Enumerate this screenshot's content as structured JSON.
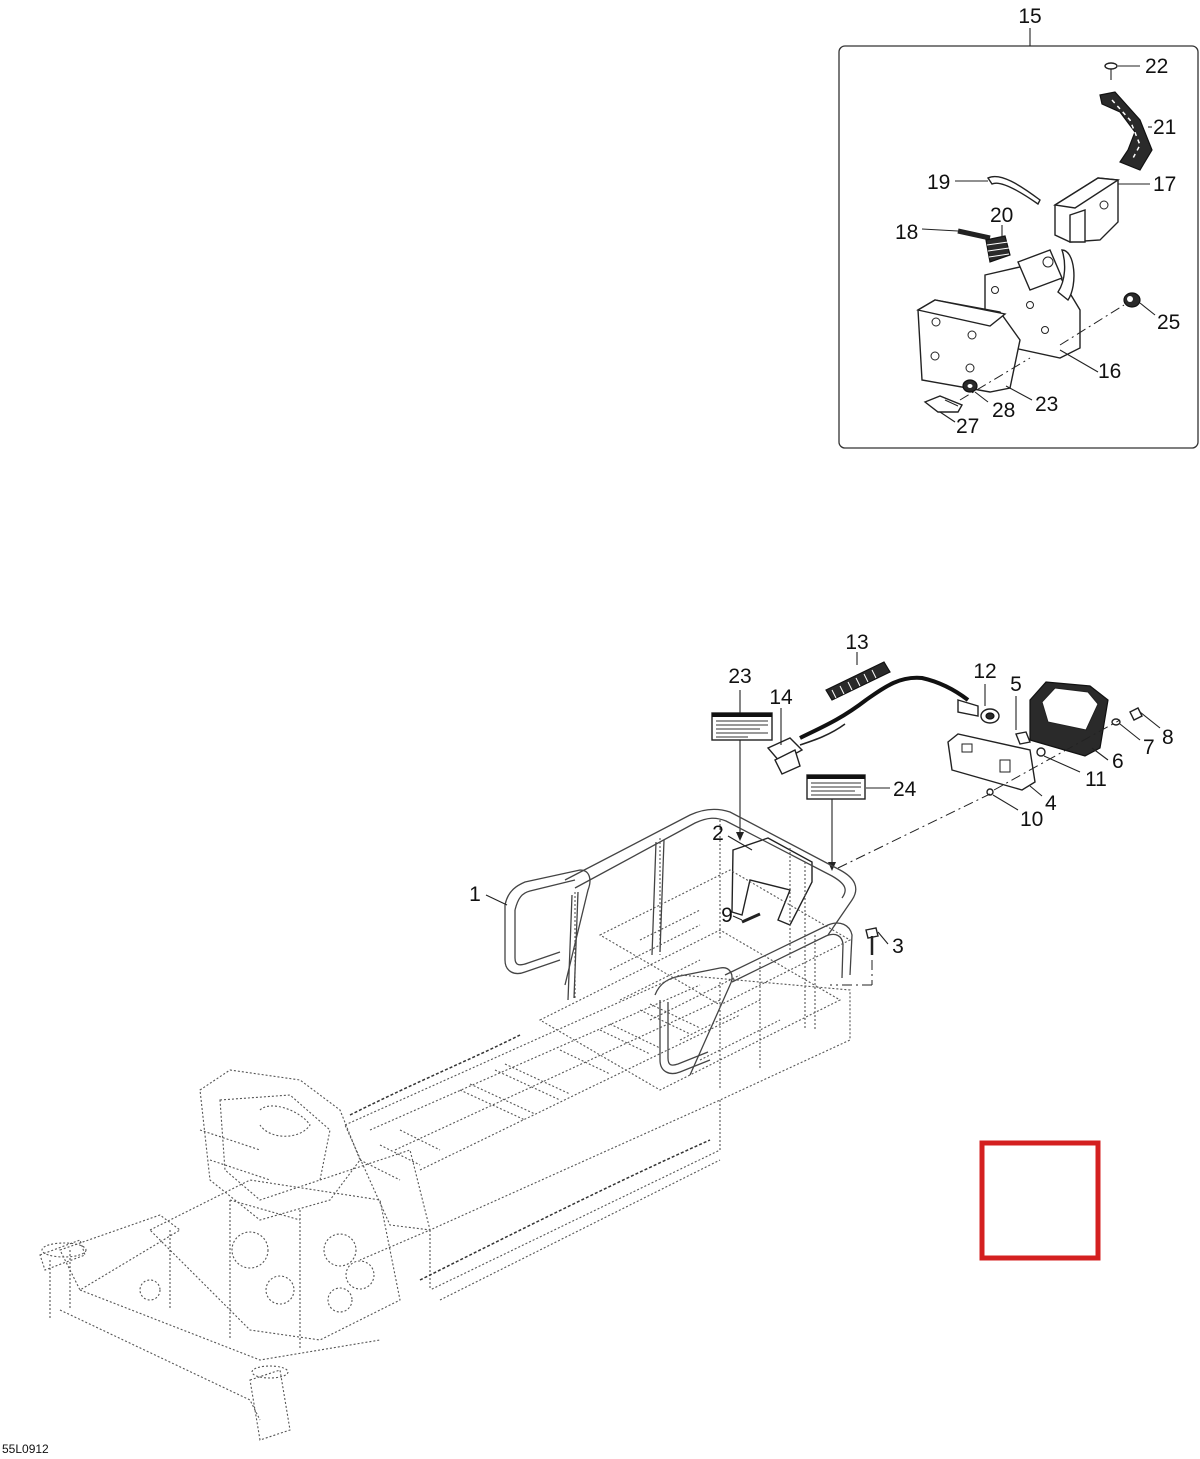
{
  "diagram_code": "55L0912",
  "callouts": {
    "c1": "1",
    "c2": "2",
    "c3": "3",
    "c4": "4",
    "c5": "5",
    "c6": "6",
    "c7": "7",
    "c8": "8",
    "c9": "9",
    "c10": "10",
    "c11": "11",
    "c12": "12",
    "c13": "13",
    "c14": "14",
    "c15": "15",
    "c16": "16",
    "c17": "17",
    "c18": "18",
    "c19": "19",
    "c20": "20",
    "c21": "21",
    "c22": "22",
    "c23a": "23",
    "c23b": "23",
    "c24": "24",
    "c25": "25",
    "c27": "27",
    "c28": "28"
  },
  "colors": {
    "ink": "#222222",
    "highlight_box": "#d42020"
  }
}
